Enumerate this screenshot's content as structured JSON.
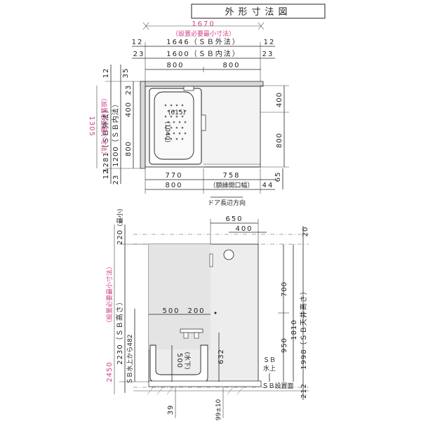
{
  "title": "外形寸法図",
  "plan": {
    "top_dims": {
      "overall": "1670",
      "overall_note": "（設置必要最小寸法）",
      "sb_outer": "1646（ＳＢ外法）",
      "sb_inner": "1600（ＳＢ内法）",
      "left_12": "12",
      "right_12": "12",
      "left_23": "23",
      "right_23": "23",
      "span_left": "800",
      "span_right": "800"
    },
    "left_dims": {
      "overall": "1305",
      "overall_note": "（設置必要最小寸法）",
      "sb_outer": "1281（ＳＢ外法）",
      "sb_inner": "1200（ＳＢ内法）",
      "v_12_top": "12",
      "v_35": "35",
      "v_23_top": "23",
      "v_400": "400",
      "v_800": "800",
      "v_12_bottom": "12",
      "v_23_bottom": "23"
    },
    "tub_labels": {
      "width": "(615)",
      "length": "(1040)"
    },
    "right_dims": {
      "d400": "400",
      "d800": "800"
    },
    "bottom_dims": {
      "d770": "770",
      "d800": "800",
      "d758": "758",
      "door_note": "（額縁開口幅）",
      "d44": "44",
      "d65": "65",
      "door_direction": "ドア長辺方向"
    }
  },
  "elevation": {
    "top_dims": {
      "d650": "650",
      "d400": "400",
      "d20": "20"
    },
    "left_dims": {
      "overall": "2450",
      "overall_note": "（設置必要最小寸法）",
      "d220": "220",
      "d220_note": "(最小)",
      "sb_height": "2230（ＳＢ高さ）",
      "sb_water_note": "ＳＢ水上から482",
      "d39": "39",
      "d99": "99±10"
    },
    "inner_dims": {
      "d500a": "500",
      "d200": "200",
      "d500b": "500",
      "water_below": "(水下)",
      "d632": "632",
      "d700": "700",
      "d950": "950"
    },
    "right_dims": {
      "d1810": "1810",
      "d1998": "1998（ＳＢ天井高さ）",
      "d212": "212"
    },
    "labels": {
      "sb_water": "ＳＢ\n水上",
      "sb_water_l1": "ＳＢ",
      "sb_water_l2": "水上",
      "sb_floor": "ＳＢ設置面"
    }
  },
  "colors": {
    "accent_pink": "#d2418a",
    "wall_gray": "#d8d8d8",
    "line": "#222222"
  }
}
